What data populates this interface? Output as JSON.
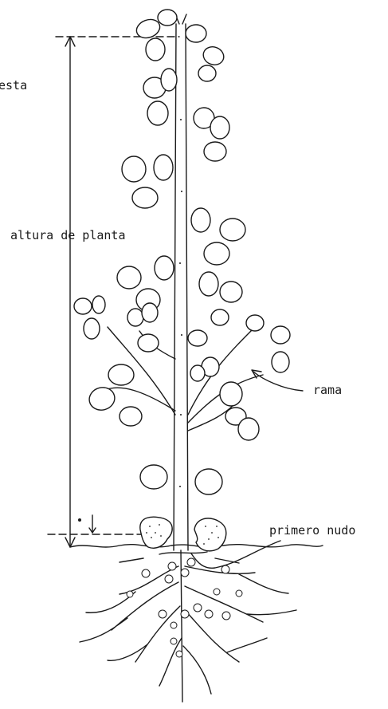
{
  "labels": {
    "top_partial": "esta",
    "plant_height": "altura de planta",
    "branch": "rama",
    "first_node": "primero nudo"
  }
}
